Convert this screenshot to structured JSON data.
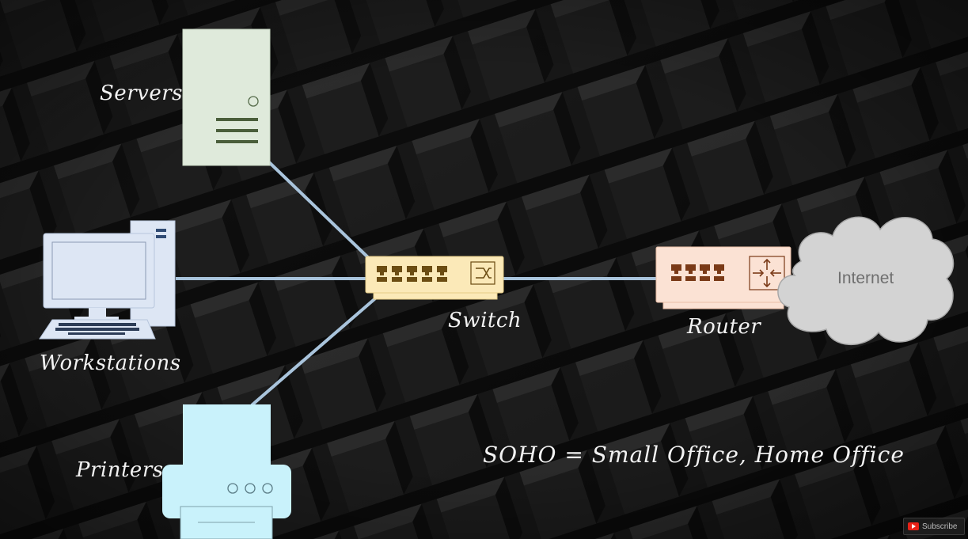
{
  "diagram": {
    "nodes": {
      "servers": "Servers",
      "workstations": "Workstations",
      "printers": "Printers",
      "switch": "Switch",
      "router": "Router",
      "internet": "Internet"
    },
    "caption": "SOHO = Small Office, Home Office",
    "edges": [
      {
        "from": "servers",
        "to": "switch"
      },
      {
        "from": "workstations",
        "to": "switch"
      },
      {
        "from": "printers",
        "to": "switch"
      },
      {
        "from": "switch",
        "to": "router"
      },
      {
        "from": "router",
        "to": "internet"
      }
    ],
    "colors": {
      "link": "#a9c4dc",
      "server_fill": "#dfeadb",
      "workstation_fill": "#dde6f4",
      "printer_fill": "#c9f2fb",
      "switch_fill": "#fbe9b8",
      "router_fill": "#fbe2d4",
      "cloud_fill": "#d3d3d3"
    }
  },
  "overlay": {
    "subscribe_label": "Subscribe",
    "subscribe_icon": "youtube-icon"
  }
}
